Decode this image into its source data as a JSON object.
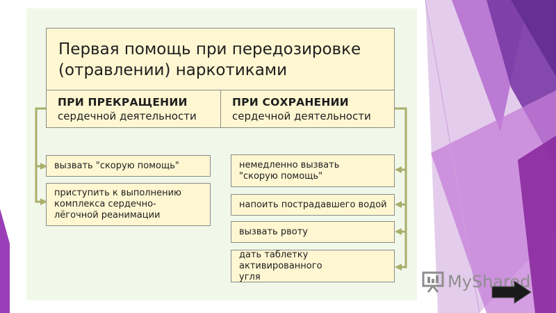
{
  "title": "Первая помощь при передозировке (отравлении) наркотиками",
  "branches": [
    {
      "heading_bold": "ПРИ ПРЕКРАЩЕНИИ",
      "heading_sub": "сердечной деятельности",
      "items": [
        "вызвать \"скорую помощь\"",
        "приступить к выполнению комплекса сердечно-лёгочной реанимации"
      ]
    },
    {
      "heading_bold": "ПРИ СОХРАНЕНИИ",
      "heading_sub": "сердечной деятельности",
      "items": [
        "немедленно вызвать \"скорую помощь\"",
        "напоить пострадавшего водой",
        "вызвать рвоту",
        "дать таблетку активированного угля"
      ]
    }
  ],
  "logo_text": "MyShared",
  "icons": {
    "next": "next-arrow-icon",
    "logo": "presentation-logo-icon"
  },
  "colors": {
    "box_fill": "#fff7d2",
    "panel_fill": "#f1f8e9",
    "connector": "#a9ae6a",
    "accent_purple": "#9b3fb8"
  }
}
